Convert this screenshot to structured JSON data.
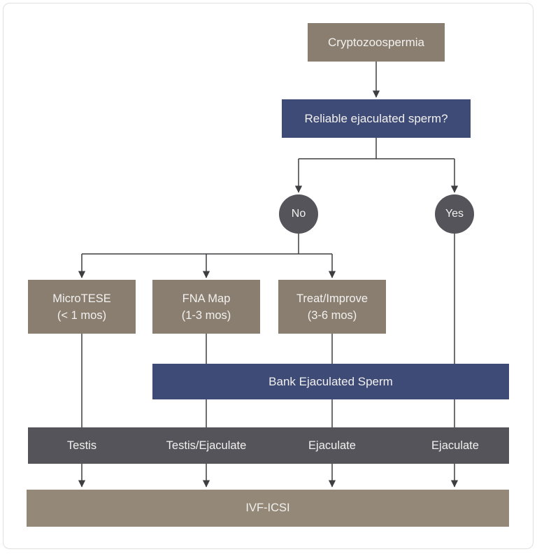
{
  "diagram": {
    "title": "Cryptozoospermia",
    "question": "Reliable ejaculated sperm?",
    "decision": {
      "no_label": "No",
      "yes_label": "Yes"
    },
    "options": [
      {
        "line1": "MicroTESE",
        "line2": "(< 1 mos)"
      },
      {
        "line1": "FNA Map",
        "line2": "(1-3 mos)"
      },
      {
        "line1": "Treat/Improve",
        "line2": "(3-6 mos)"
      }
    ],
    "bank_bar_label": "Bank Ejaculated Sperm",
    "source_row": [
      "Testis",
      "Testis/Ejaculate",
      "Ejaculate",
      "Ejaculate"
    ],
    "final_bar_label": "IVF-ICSI",
    "colors": {
      "taupe_box": "#8a7e70",
      "taupe_final_bar": "#948878",
      "navy": "#3f4b77",
      "dark_gray": "#55545a",
      "connector_line": "#3e3e40",
      "text": "#f2f1ef",
      "background": "#ffffff",
      "frame_border": "#e2e0dd"
    }
  }
}
